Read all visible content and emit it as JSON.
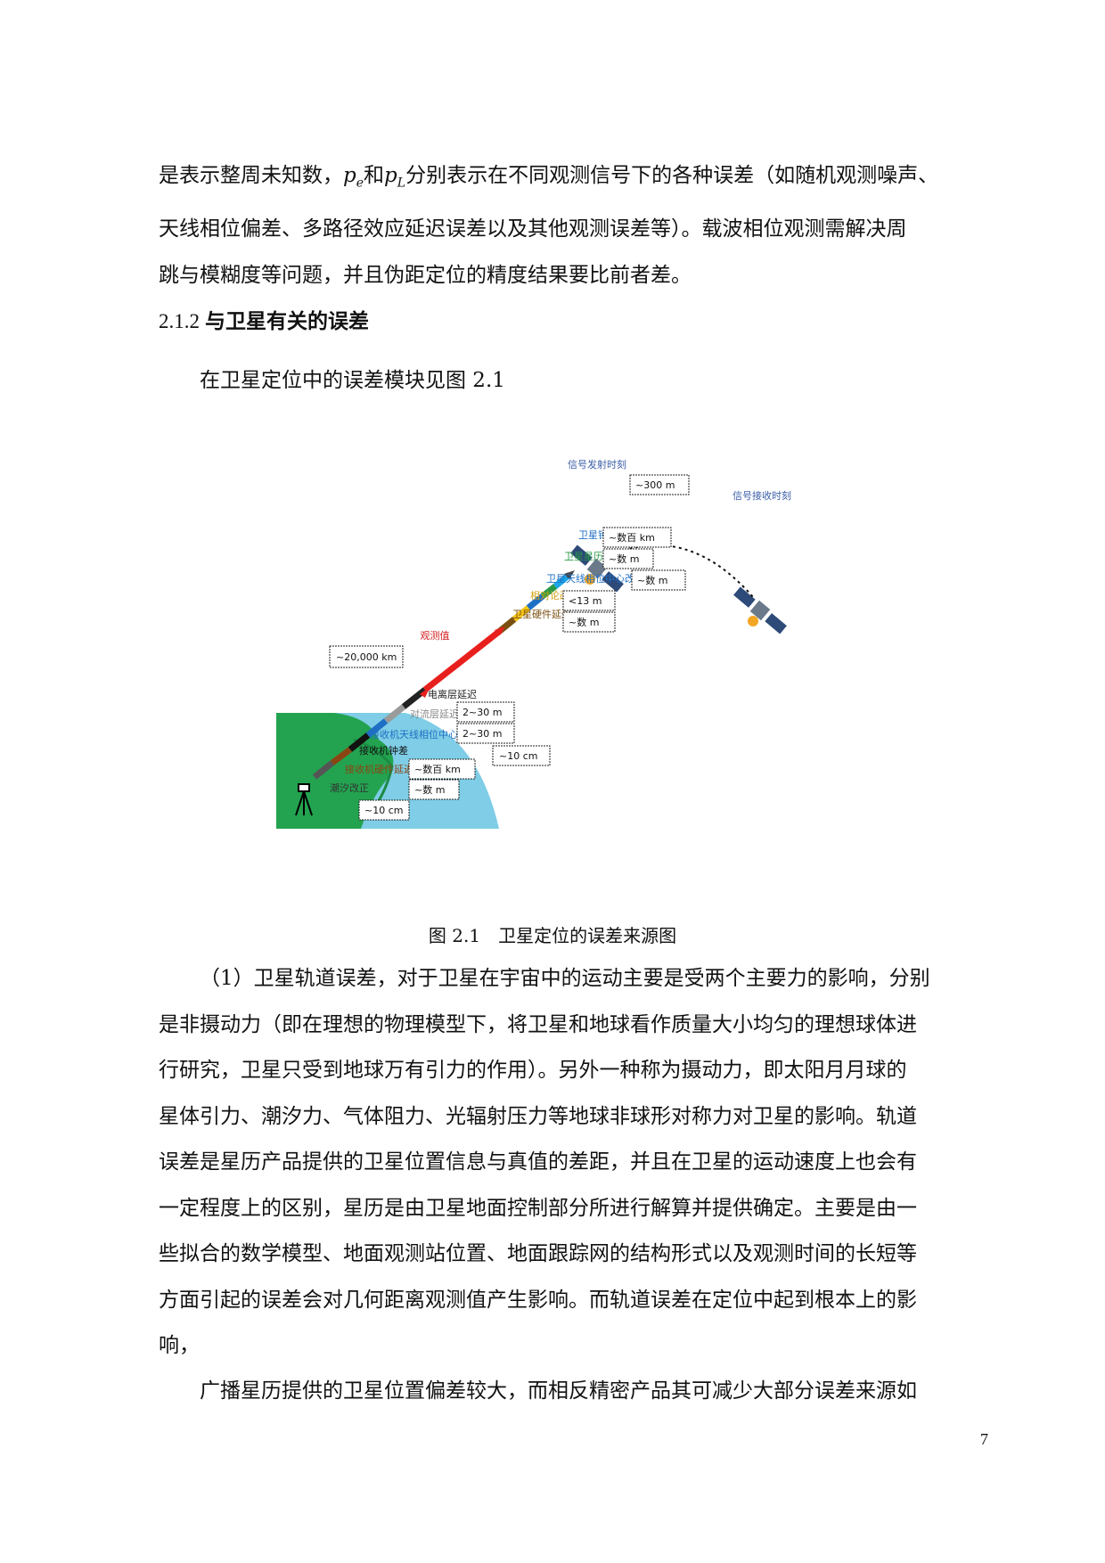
{
  "top_paragraph": {
    "line1_prefix": "是表示整周未知数，",
    "symbol_pe": "p",
    "symbol_pe_sub": "e",
    "word_and": "和",
    "symbol_pl": "p",
    "symbol_pl_sub": "L",
    "line1_suffix": "分别表示在不同观测信号下的各种误差（如随机观测噪声、",
    "line2": "天线相位偏差、多路径效应延迟误差以及其他观测误差等）。载波相位观测需解决周",
    "line3": "跳与模糊度等问题，并且伪距定位的精度结果要比前者差。"
  },
  "section": {
    "number": "2.1.2",
    "title": "与卫星有关的误差"
  },
  "intro": "在卫星定位中的误差模块见图 2.1",
  "figure": {
    "signal_emit_label": "信号发射时刻",
    "signal_receive_label": "信号接收时刻",
    "observation_label": "观测值",
    "labels": {
      "sat_clock": "卫星钟差",
      "sat_ephemeris": "卫星星历误差",
      "sat_antenna": "卫星天线相位中心改正",
      "relativity": "相对论改正",
      "sat_hardware": "卫星硬件延迟",
      "ionosphere": "电离层延迟",
      "troposphere": "对流层延迟",
      "rcv_antenna": "接收机天线相位中心改正",
      "rcv_clock": "接收机钟差",
      "rcv_hardware": "接收机硬件延迟",
      "tide": "潮汐改正"
    },
    "values": {
      "travel": "~300 m",
      "sat_clock": "~数百 km",
      "sat_ephemeris": "~数 m",
      "sat_antenna": "~数 m",
      "relativity": "<13 m",
      "sat_hardware": "~数 m",
      "observation": "~20,000 km",
      "ionosphere": "2~30 m",
      "troposphere": "2~30 m",
      "rcv_antenna": "~10 cm",
      "rcv_clock": "~数百 km",
      "rcv_hardware": "~数 m",
      "tide": "~10 cm"
    }
  },
  "caption": "图 2.1　卫星定位的误差来源图",
  "body": [
    "（1）卫星轨道误差，对于卫星在宇宙中的运动主要是受两个主要力的影响，分别",
    "是非摄动力（即在理想的物理模型下，将卫星和地球看作质量大小均匀的理想球体进",
    "行研究，卫星只受到地球万有引力的作用）。另外一种称为摄动力，即太阳月月球的",
    "星体引力、潮汐力、气体阻力、光辐射压力等地球非球形对称力对卫星的影响。轨道",
    "误差是星历产品提供的卫星位置信息与真值的差距，并且在卫星的运动速度上也会有",
    "一定程度上的区别，星历是由卫星地面控制部分所进行解算并提供确定。主要是由一",
    "些拟合的数学模型、地面观测站位置、地面跟踪网的结构形式以及观测时间的长短等",
    "方面引起的误差会对几何距离观测值产生影响。而轨道误差在定位中起到根本上的影",
    "响，"
  ],
  "last_paragraph": "广播星历提供的卫星位置偏差较大，而相反精密产品其可减少大部分误差来源如",
  "page_number": "7"
}
